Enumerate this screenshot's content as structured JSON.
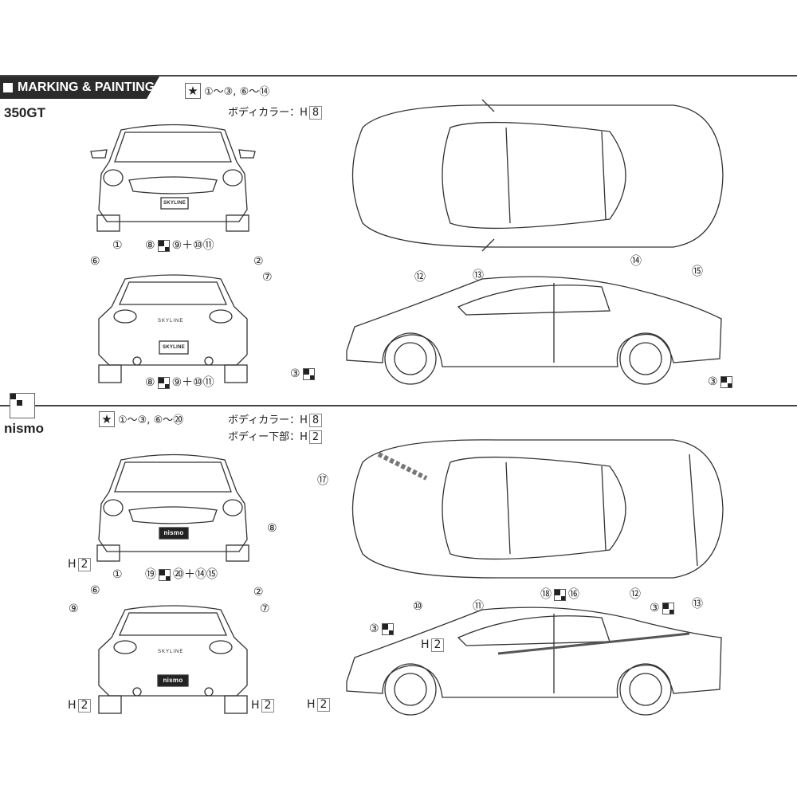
{
  "header": {
    "title": "MARKING & PAINTING"
  },
  "sections": [
    {
      "variant": "350GT",
      "decals": "①～③, ⑥～⑭",
      "paint": [
        {
          "label": "ボディカラー：H",
          "code": "8"
        }
      ],
      "callouts": {
        "front_left": "①",
        "front_bottom_a": "⑧",
        "front_bottom_b": "⑨＋⑩⑪",
        "rear_6": "⑥",
        "rear_2": "②",
        "rear_7": "⑦",
        "rear_bottom_a": "⑧",
        "rear_bottom_b": "⑨＋⑩⑪",
        "top_12": "⑫",
        "top_13": "⑬",
        "top_14": "⑭",
        "top_15": "⑮",
        "side_3a": "③",
        "side_3b": "③"
      },
      "plates": {
        "front": "SKYLINE",
        "rear": "SKYLINE",
        "rear_badge": "SKYLINE"
      }
    },
    {
      "variant": "nismo",
      "decals": "①～③, ⑥～⑳",
      "paint": [
        {
          "label": "ボディカラー：H",
          "code": "8"
        },
        {
          "label": "ボディー下部：H",
          "code": "2"
        }
      ],
      "callouts": {
        "front_8": "⑧",
        "front_h": "H",
        "front_h_code": "2",
        "front_1": "①",
        "front_bottom_a": "⑲",
        "front_bottom_b": "⑳＋⑭⑮",
        "rear_6": "⑥",
        "rear_2": "②",
        "rear_9": "⑨",
        "rear_7": "⑦",
        "rear_h_left": "H",
        "rear_h_left_code": "2",
        "rear_h_right": "H",
        "rear_h_right_code": "2",
        "top_17": "⑰",
        "top_10": "⑩",
        "top_11": "⑪",
        "top_13": "⑬",
        "side_18": "⑱",
        "side_16": "⑯",
        "side_12": "⑫",
        "side_3a": "③",
        "side_3b": "③",
        "side_h_a": "H",
        "side_h_a_code": "2",
        "side_h_b": "H",
        "side_h_b_code": "2"
      },
      "plates": {
        "front": "nismo",
        "rear": "nismo",
        "rear_badge": "SKYLINE"
      }
    }
  ]
}
